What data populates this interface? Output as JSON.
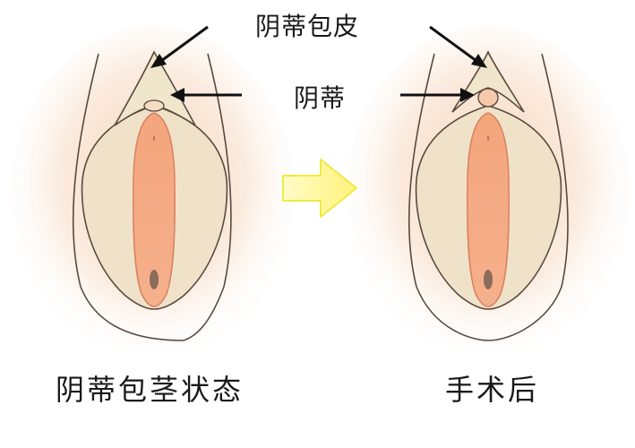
{
  "labels": {
    "hood": "阴蒂包皮",
    "clitoris": "阴蒂"
  },
  "captions": {
    "before": "阴蒂包茎状态",
    "after": "手术后"
  },
  "colors": {
    "outline": "#5a4a3e",
    "skin_glow": "#f6cfae",
    "outer_fill": "#f7eee2",
    "labia_fill": "#efe2c9",
    "hood_fill": "#f0e6cc",
    "inner_fill": "#f4a982",
    "inner_stroke": "#d98060",
    "opening_fill": "#8a6c5a",
    "arrow_fill": "#fff9a0",
    "arrow_stroke": "#f0ea40",
    "pointer": "#111111"
  },
  "panels": [
    {
      "id": "before",
      "hood_state": "covered"
    },
    {
      "id": "after",
      "hood_state": "exposed"
    }
  ]
}
